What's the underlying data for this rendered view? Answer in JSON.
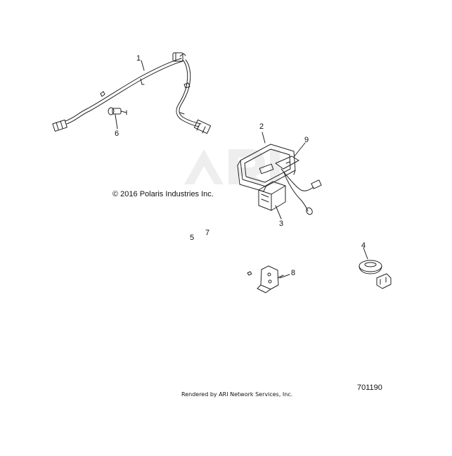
{
  "copyright": "© 2016 Polaris Industries Inc.",
  "footer": "Rendered by ARI Network Services, Inc.",
  "diagram_id": "701190",
  "callouts": [
    "1",
    "2",
    "3",
    "4",
    "5",
    "6",
    "7",
    "8",
    "9"
  ],
  "colors": {
    "line": "#222222",
    "watermark": "#ececec"
  },
  "icons": {
    "watermark": "ari-logo-watermark"
  }
}
